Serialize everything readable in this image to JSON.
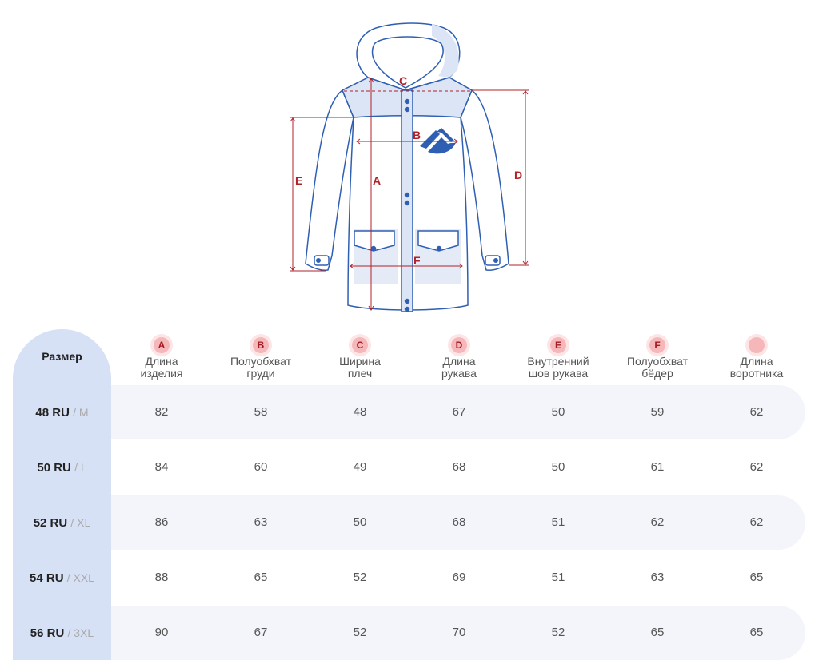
{
  "diagram": {
    "labels": [
      "A",
      "B",
      "C",
      "D",
      "E",
      "F"
    ],
    "colors": {
      "outline": "#2f5fb3",
      "fill": "#dbe5f5",
      "measure": "#b22028",
      "button": "#2f5fb3"
    }
  },
  "table": {
    "size_header": "Размер",
    "columns": [
      {
        "badge": "A",
        "line1": "Длина",
        "line2": "изделия"
      },
      {
        "badge": "B",
        "line1": "Полуобхват",
        "line2": "груди"
      },
      {
        "badge": "C",
        "line1": "Ширина",
        "line2": "плеч"
      },
      {
        "badge": "D",
        "line1": "Длина",
        "line2": "рукава"
      },
      {
        "badge": "E",
        "line1": "Внутренний",
        "line2": "шов рукава"
      },
      {
        "badge": "F",
        "line1": "Полуобхват",
        "line2": "бёдер"
      },
      {
        "badge": "",
        "line1": "Длина",
        "line2": "воротника"
      }
    ],
    "rows": [
      {
        "ru": "48 RU",
        "intl": "M",
        "values": [
          "82",
          "58",
          "48",
          "67",
          "50",
          "59",
          "62"
        ]
      },
      {
        "ru": "50 RU",
        "intl": "L",
        "values": [
          "84",
          "60",
          "49",
          "68",
          "50",
          "61",
          "62"
        ]
      },
      {
        "ru": "52 RU",
        "intl": "XL",
        "values": [
          "86",
          "63",
          "50",
          "68",
          "51",
          "62",
          "62"
        ]
      },
      {
        "ru": "54 RU",
        "intl": "XXL",
        "values": [
          "88",
          "65",
          "52",
          "69",
          "51",
          "63",
          "65"
        ]
      },
      {
        "ru": "56 RU",
        "intl": "3XL",
        "values": [
          "90",
          "67",
          "52",
          "70",
          "52",
          "65",
          "65"
        ]
      }
    ]
  }
}
